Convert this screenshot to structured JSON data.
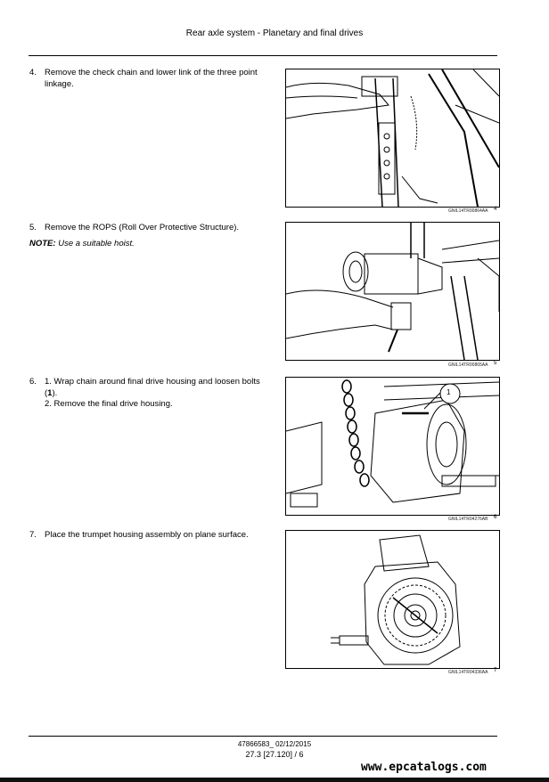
{
  "header": {
    "title": "Rear axle system - Planetary and final drives"
  },
  "steps": [
    {
      "number": "4.",
      "text": "Remove the check chain and lower link of the three point linkage.",
      "figure_code": "GNIL14TR00864AA",
      "figure_number": "4"
    },
    {
      "number": "5.",
      "text": "Remove the ROPS (Roll Over Protective Structure).",
      "note_label": "NOTE:",
      "note_text": "Use a suitable hoist.",
      "figure_code": "GNIL14TR00865AA",
      "figure_number": "5"
    },
    {
      "number": "6.",
      "sub1_prefix": "1. Wrap chain around final drive housing and loosen bolts (",
      "sub1_bold": "1",
      "sub1_suffix": ").",
      "sub2": "2. Remove the final drive housing.",
      "callout": "1",
      "figure_code": "GNIL14TR04276AB",
      "figure_number": "6"
    },
    {
      "number": "7.",
      "text": "Place the trumpet housing assembly on plane surface.",
      "figure_code": "GNIL14TR04336AA",
      "figure_number": "7"
    }
  ],
  "footer": {
    "doc": "47866583_ 02/12/2015",
    "page": "27.3 [27.120] / 6",
    "watermark": "www.epcatalogs.com"
  }
}
